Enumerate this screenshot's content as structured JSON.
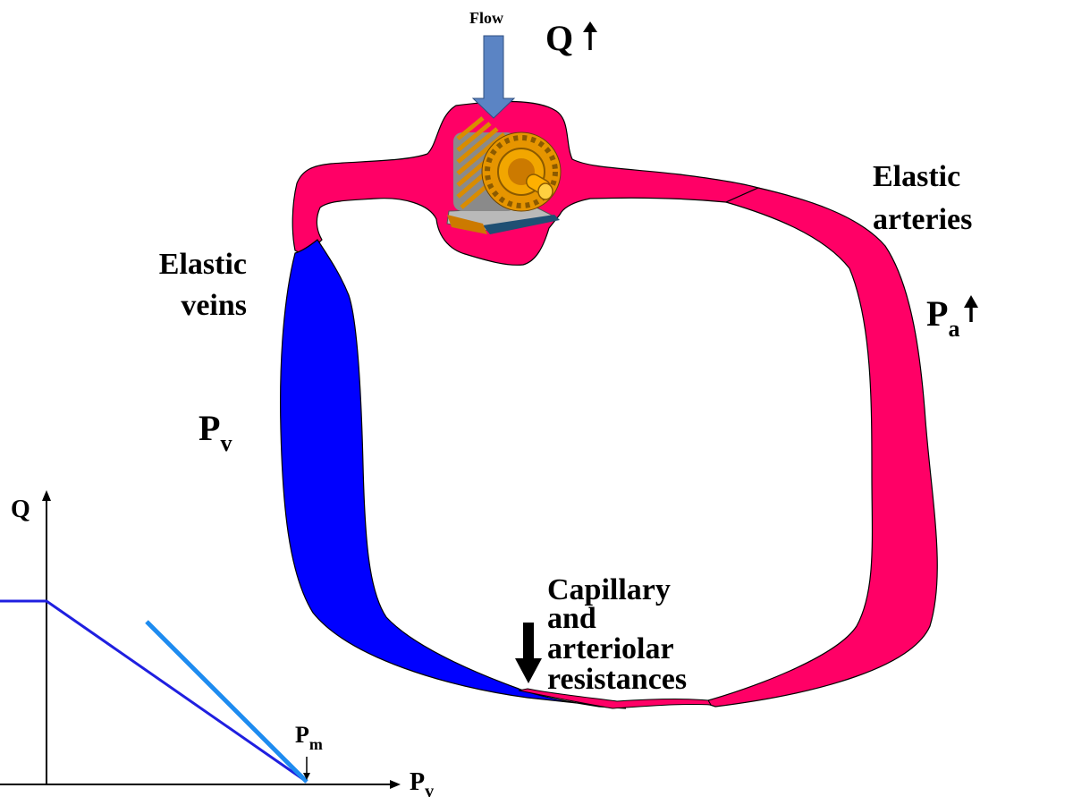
{
  "labels": {
    "flow": "Flow",
    "q_top": "Q",
    "elastic_arteries_1": "Elastic",
    "elastic_arteries_2": "arteries",
    "elastic_veins_1": "Elastic",
    "elastic_veins_2": "veins",
    "pa_main": "P",
    "pa_sub": "a",
    "pv_main": "P",
    "pv_sub": "v",
    "resistance_1": "Capillary",
    "resistance_2": "and",
    "resistance_3": "arteriolar",
    "resistance_4": "resistances"
  },
  "graph": {
    "y_axis_label": "Q",
    "x_axis_main": "P",
    "x_axis_sub": "v",
    "pm_main": "P",
    "pm_sub": "m"
  },
  "colors": {
    "arterial": "#ff0066",
    "venous": "#0000ff",
    "flow_arrow": "#5b84c4",
    "curve_dark": "#1f1fe0",
    "curve_light": "#1e8cf0"
  },
  "icons": [
    "pump-icon",
    "flow-arrow-icon",
    "up-arrow-icon",
    "down-arrow-icon"
  ]
}
